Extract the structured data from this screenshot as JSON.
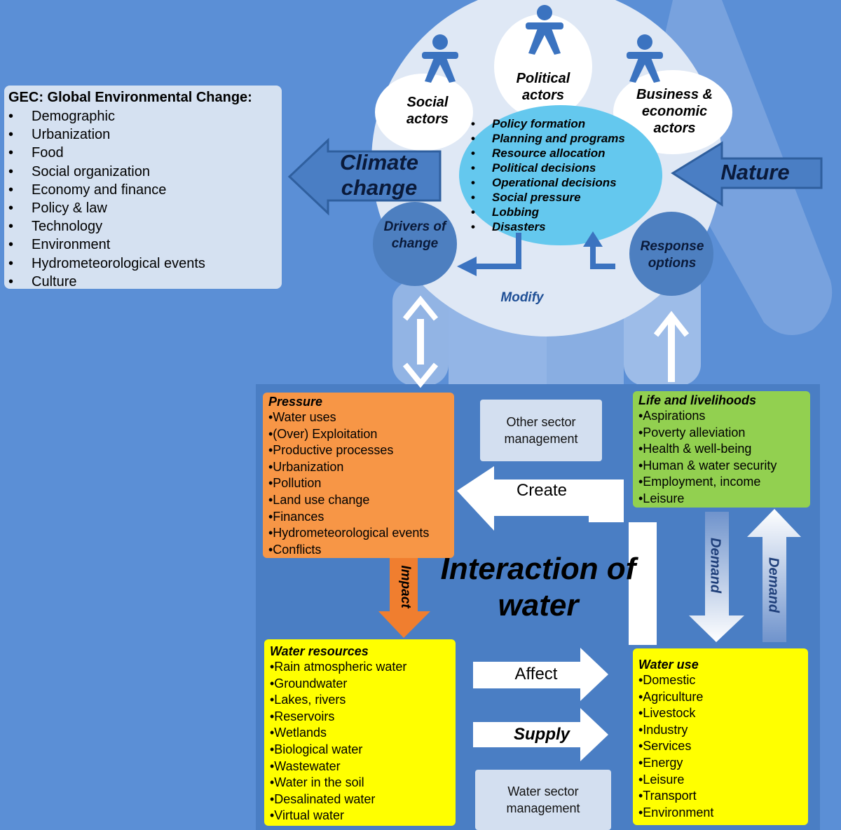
{
  "gec": {
    "title": "GEC: Global Environmental Change:",
    "items": [
      "Demographic",
      "Urbanization",
      "Food",
      "Social organization",
      "Economy and finance",
      "Policy & law",
      "Technology",
      "Environment",
      "Hydrometeorological events",
      "Culture"
    ]
  },
  "actors": {
    "social": "Social actors",
    "political": "Political actors",
    "business": "Business & economic actors"
  },
  "policy_items": [
    "Policy formation",
    "Planning and programs",
    "Resource allocation",
    "Political decisions",
    "Operational decisions",
    "Social pressure",
    "Lobbing",
    "Disasters"
  ],
  "climate_change": "Climate change",
  "nature": "Nature",
  "drivers": "Drivers of change",
  "response": "Response options",
  "modify": "Modify",
  "pressure": {
    "title": "Pressure",
    "items": [
      "•Water uses",
      "•(Over) Exploitation",
      "•Productive processes",
      "•Urbanization",
      "•Pollution",
      "•Land use change",
      "•Finances",
      "•Hydrometeorological events",
      "•Conflicts"
    ]
  },
  "life": {
    "title": "Life and livelihoods",
    "items": [
      "•Aspirations",
      "•Poverty alleviation",
      "•Health & well-being",
      "•Human & water security",
      "•Employment, income",
      "•Leisure"
    ]
  },
  "water_resources": {
    "title": "Water resources",
    "items": [
      "•Rain atmospheric water",
      "•Groundwater",
      "•Lakes, rivers",
      "•Reservoirs",
      "•Wetlands",
      "•Biological water",
      "•Wastewater",
      "•Water in the soil",
      "•Desalinated water",
      "•Virtual water"
    ]
  },
  "water_use": {
    "title": "Water use",
    "items": [
      "•Domestic",
      "•Agriculture",
      "•Livestock",
      "•Industry",
      "•Services",
      "•Energy",
      "•Leisure",
      "•Transport",
      "•Environment"
    ]
  },
  "other_mgmt": "Other sector management",
  "water_mgmt": "Water sector management",
  "create": "Create",
  "impact": "Impact",
  "interaction": "Interaction of water",
  "affect": "Affect",
  "supply": "Supply",
  "demand": "Demand",
  "colors": {
    "background": "#5b8fd6",
    "pressure": "#f79646",
    "life": "#92d050",
    "water_box": "#ffff00",
    "panel": "#4a7ec4"
  }
}
